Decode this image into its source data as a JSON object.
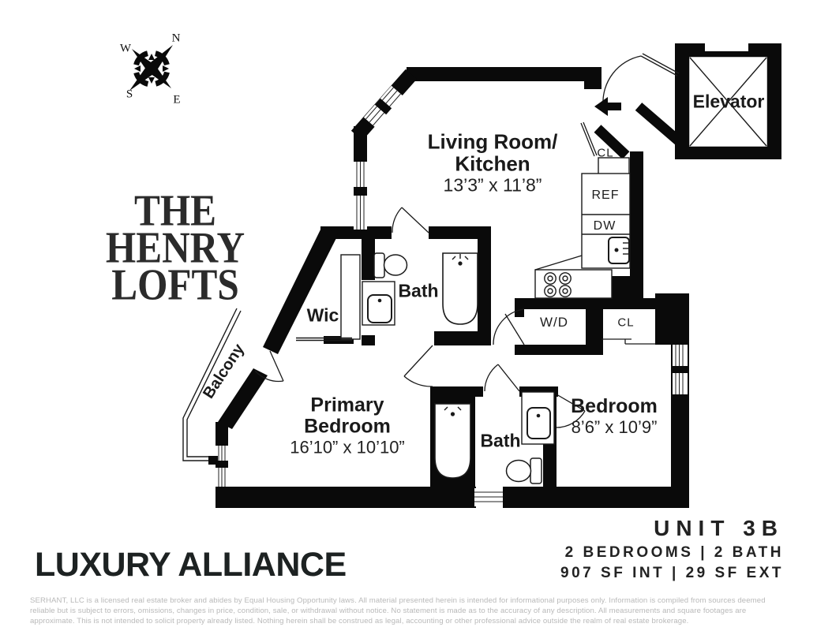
{
  "compass": {
    "north": "N",
    "east": "E",
    "south": "S",
    "west": "W"
  },
  "branding": {
    "building_title_lines": [
      "THE",
      "HENRY",
      "LOFTS"
    ],
    "agency": "LUXURY ALLIANCE"
  },
  "unit_summary": {
    "unit": "UNIT 3B",
    "beds_baths": "2 BEDROOMS | 2 BATH",
    "area": "907 SF INT | 29 SF EXT"
  },
  "rooms": {
    "living_kitchen": {
      "label_line1": "Living Room/",
      "label_line2": "Kitchen",
      "dimensions": "13’3” x 11’8”"
    },
    "elevator": {
      "label": "Elevator"
    },
    "entry_closet": {
      "label": "CL"
    },
    "refrigerator": {
      "label": "REF"
    },
    "dishwasher": {
      "label": "DW"
    },
    "walk_in_closet": {
      "label": "Wic"
    },
    "bath_primary": {
      "label": "Bath"
    },
    "balcony": {
      "label": "Balcony"
    },
    "primary_bedroom": {
      "label_line1": "Primary",
      "label_line2": "Bedroom",
      "dimensions": "16’10” x 10’10”"
    },
    "bath_second": {
      "label": "Bath"
    },
    "washer_dryer": {
      "label": "W/D"
    },
    "bedroom_closet": {
      "label": "CL"
    },
    "second_bedroom": {
      "label": "Bedroom",
      "dimensions": "8’6” x 10’9”"
    }
  },
  "colors": {
    "wall": "#0a0a0a",
    "text_dark": "#1a1a1a",
    "disclaimer_gray": "#b9b9b9"
  },
  "disclaimer": "SERHANT, LLC is a licensed real estate broker and abides by Equal Housing Opportunity laws. All material presented herein is intended for informational purposes only. Information is compiled from sources deemed reliable but is subject to errors, omissions, changes in price, condition, sale, or withdrawal without notice. No statement is made as to the accuracy of any description. All measurements and square footages are approximate. This is not intended to solicit property already listed. Nothing herein shall be construed as legal, accounting or other professional advice outside the realm of real estate brokerage."
}
